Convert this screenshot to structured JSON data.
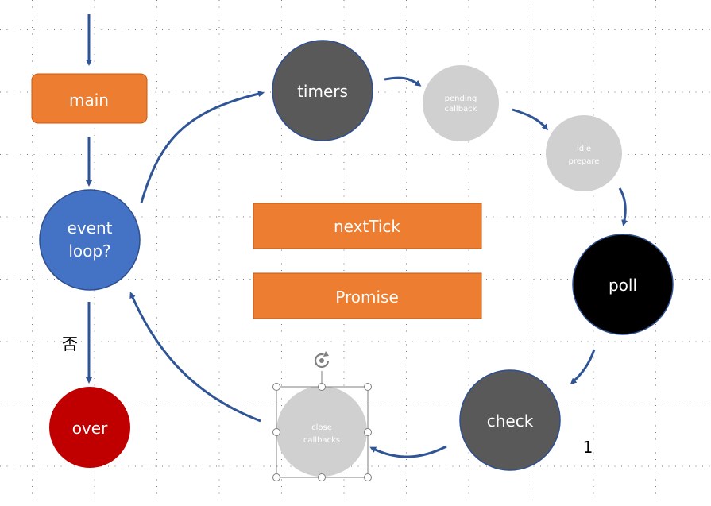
{
  "nodes": {
    "main": {
      "label": "main",
      "color": "#ED7D31"
    },
    "event_loop": {
      "label_line1": "event",
      "label_line2": "loop?",
      "color": "#4472C4"
    },
    "over": {
      "label": "over",
      "color": "#C00000"
    },
    "timers": {
      "label": "timers",
      "color": "#595959"
    },
    "pending": {
      "label_line1": "pending",
      "label_line2": "callback",
      "color": "#D0D0D0"
    },
    "idle": {
      "label_line1": "idle",
      "label_line2": "prepare",
      "color": "#D0D0D0"
    },
    "poll": {
      "label": "poll",
      "color": "#000000"
    },
    "check": {
      "label": "check",
      "color": "#595959"
    },
    "close": {
      "label_line1": "close",
      "label_line2": "callbacks",
      "color": "#D0D0D0"
    },
    "nexttick": {
      "label": "nextTick",
      "color": "#ED7D31"
    },
    "promise": {
      "label": "Promise",
      "color": "#ED7D31"
    }
  },
  "labels": {
    "no": "否",
    "one": "1"
  },
  "colors": {
    "arrow": "#2F5597",
    "outline": "#2F4F8F",
    "selection": "#7F7F7F"
  }
}
